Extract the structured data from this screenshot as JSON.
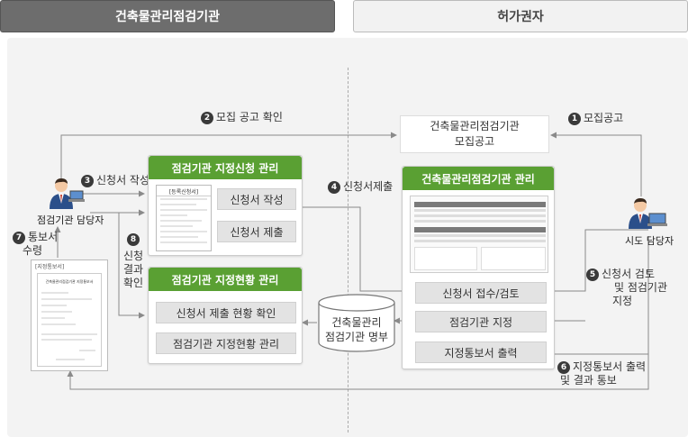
{
  "headers": {
    "left": "건축물관리점검기관",
    "right": "허가권자"
  },
  "steps": {
    "s1": {
      "num": "1",
      "text": "모집공고"
    },
    "s2": {
      "num": "2",
      "text": "모집 공고 확인"
    },
    "s3": {
      "num": "3",
      "text": "신청서 작성"
    },
    "s4": {
      "num": "4",
      "text": "신청서제출"
    },
    "s5": {
      "num": "5",
      "line1": "신청서 검토",
      "line2": "및 점검기관",
      "line3": "지정"
    },
    "s6": {
      "num": "6",
      "line1": "지정통보서 출력",
      "line2": "및 결과 통보"
    },
    "s7": {
      "num": "7",
      "line1": "통보서",
      "line2": "수령"
    },
    "s8": {
      "num": "8",
      "line1": "신청",
      "line2": "결과",
      "line3": "확인"
    }
  },
  "notice_box": {
    "line1": "건축물관리점검기관",
    "line2": "모집공고"
  },
  "actors": {
    "agency": "점검기관 담당자",
    "city": "시도 담당자"
  },
  "panels": {
    "apply": {
      "title": "점검기관 지정신청 관리",
      "doc_title": "[등록신청서]",
      "btn1": "신청서 작성",
      "btn2": "신청서 제출"
    },
    "status": {
      "title": "점검기관 지정현황 관리",
      "btn1": "신청서 제출 현황 확인",
      "btn2": "점검기관 지정현황 관리"
    },
    "admin": {
      "title": "건축물관리점검기관 관리",
      "btn1": "신청서 접수/검토",
      "btn2": "점검기관 지정",
      "btn3": "지정통보서 출력"
    }
  },
  "registry": {
    "line1": "건축물관리",
    "line2": "점검기관 명부"
  },
  "notice_doc": {
    "tag": "[지정통보서]",
    "title": "건축물관리점검기관 지정통보서"
  },
  "colors": {
    "green": "#5aa033",
    "header_dark": "#6d6d6d",
    "arrow": "#8a8a8a"
  }
}
